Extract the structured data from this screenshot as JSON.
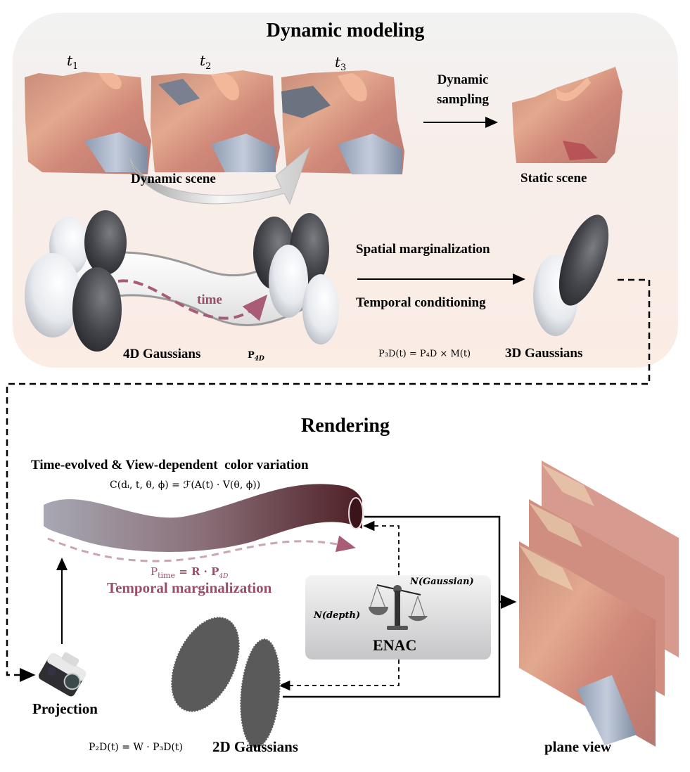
{
  "dynamic_modeling": {
    "title": "Dynamic modeling",
    "time_labels": [
      {
        "var": "t",
        "sub": "1"
      },
      {
        "var": "t",
        "sub": "2"
      },
      {
        "var": "t",
        "sub": "3"
      }
    ],
    "dynamic_scene_label": "Dynamic scene",
    "dynamic_sampling_label_line1": "Dynamic",
    "dynamic_sampling_label_line2": "sampling",
    "static_scene_label": "Static scene",
    "time_arrow_label": "time",
    "gaussians_4d_label": "4D Gaussians",
    "p4d_symbol": "P",
    "p4d_sub": "4D",
    "spatial_label": "Spatial marginalization",
    "temporal_cond_label": "Temporal conditioning",
    "formula_3d": "P₃D(t) = P₄D × M(t)",
    "gaussians_3d_label": "3D Gaussians"
  },
  "rendering": {
    "title": "Rendering",
    "color_variation_label": "Time-evolved & View-dependent  color variation",
    "color_formula": "C(dᵢ, t, θ, ϕ) = ℱ(A(t) · V(θ, ϕ))",
    "ptime_formula_main": "P",
    "ptime_formula_sub": "time",
    "ptime_formula_rest": " = R · P",
    "ptime_formula_sub2": "4D",
    "temporal_marg_label": "Temporal marginalization",
    "enac_label": "ENAC",
    "n_gaussian_label": "N(Gaussian)",
    "n_depth_label": "N(depth)",
    "projection_label": "Projection",
    "formula_2d": "P₂D(t) = W · P₃D(t)",
    "gaussians_2d_label": "2D Gaussians",
    "plane_view_label": "plane view"
  },
  "colors": {
    "accent_mauve": "#9a4e66",
    "tissue_pink": "#d99a8a",
    "gaussian_dark": "#4a4c52",
    "gaussian_light": "#e8ebef",
    "tube_dark": "#5a2a30"
  }
}
